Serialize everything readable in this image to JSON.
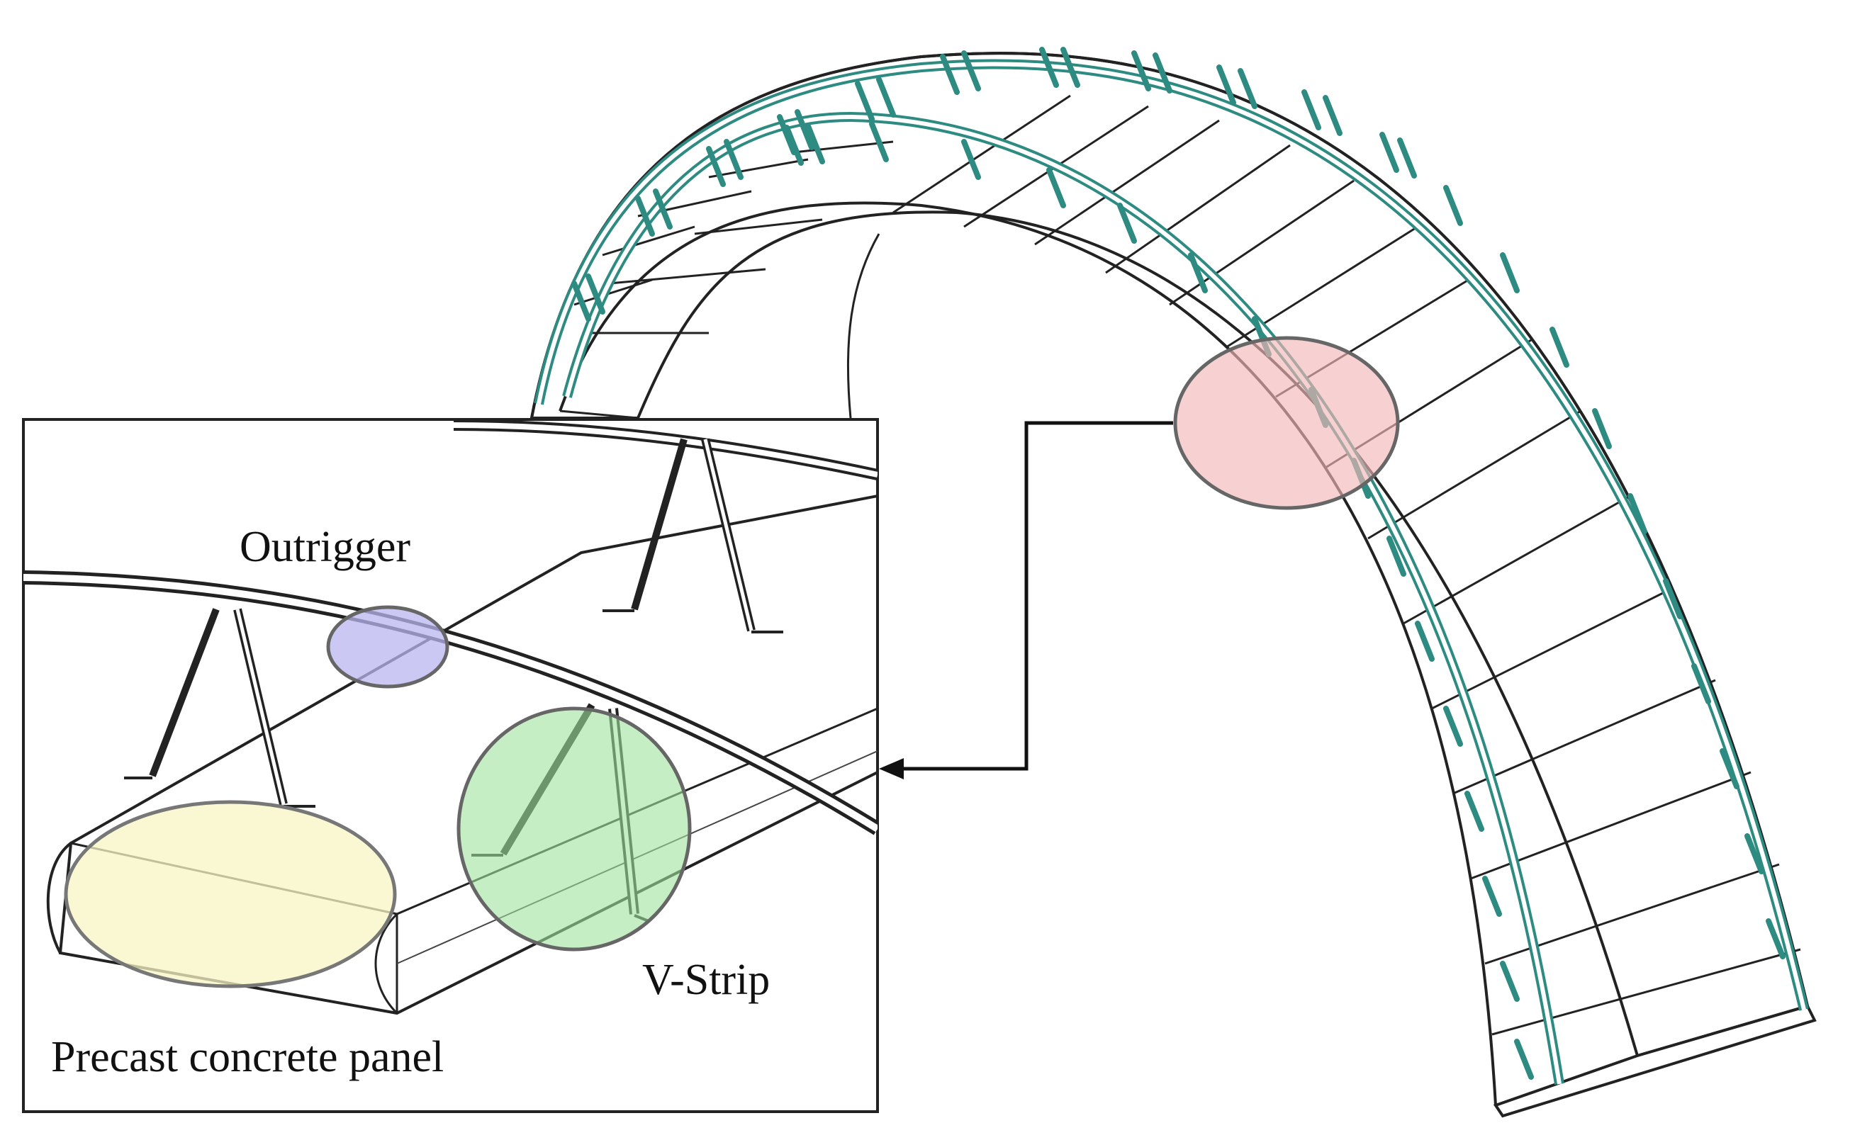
{
  "labels": {
    "outrigger": "Outrigger",
    "v_strip": "V-Strip",
    "panel": "Precast concrete panel"
  },
  "colors": {
    "steel_frame": "#2e8b82",
    "line": "#222222",
    "highlight_red": "#f3b8b8",
    "highlight_blue": "#b9b6f0",
    "highlight_green": "#9fe39f",
    "highlight_yellow": "#f7f5c4"
  }
}
